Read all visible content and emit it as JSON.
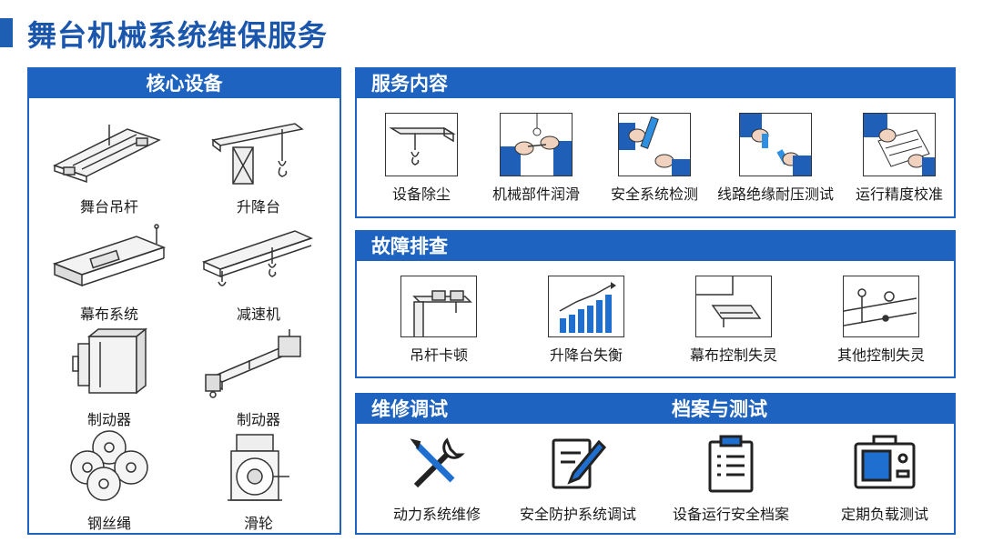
{
  "page": {
    "title": "舞台机械系统维保服务"
  },
  "core": {
    "title": "核心设备",
    "items": [
      {
        "label": "舞台吊杆",
        "icon": "stage-batten-icon"
      },
      {
        "label": "升降台",
        "icon": "lift-platform-icon"
      },
      {
        "label": "幕布系统",
        "icon": "curtain-system-icon"
      },
      {
        "label": "减速机",
        "icon": "reducer-icon"
      },
      {
        "label": "制动器",
        "icon": "brake-box-icon"
      },
      {
        "label": "制动器",
        "icon": "brake-cylinder-icon"
      },
      {
        "label": "钢丝绳",
        "icon": "wire-rope-icon"
      },
      {
        "label": "滑轮",
        "icon": "pulley-icon"
      }
    ]
  },
  "service": {
    "title": "服务内容",
    "items": [
      {
        "label": "设备除尘",
        "icon": "dust-removal-icon"
      },
      {
        "label": "机械部件润滑",
        "icon": "lubrication-icon"
      },
      {
        "label": "安全系统检测",
        "icon": "safety-check-icon"
      },
      {
        "label": "线路绝缘耐压测试",
        "icon": "insulation-test-icon"
      },
      {
        "label": "运行精度校准",
        "icon": "calibration-icon"
      }
    ]
  },
  "fault": {
    "title": "故障排查",
    "items": [
      {
        "label": "吊杆卡顿",
        "icon": "batten-jam-icon"
      },
      {
        "label": "升降台失衡",
        "icon": "bar-chart-icon"
      },
      {
        "label": "幕布控制失灵",
        "icon": "curtain-control-icon"
      },
      {
        "label": "其他控制失灵",
        "icon": "other-control-icon"
      }
    ]
  },
  "repair": {
    "title_left": "维修调试",
    "title_right": "档案与测试",
    "items": [
      {
        "label": "动力系统维修",
        "icon": "wrench-screwdriver-icon"
      },
      {
        "label": "安全防护系统调试",
        "icon": "document-pen-icon"
      },
      {
        "label": "设备运行安全档案",
        "icon": "clipboard-icon"
      },
      {
        "label": "定期负载测试",
        "icon": "test-instrument-icon"
      }
    ]
  },
  "colors": {
    "primary": "#1e63bf",
    "title": "#1b56ad",
    "accent_blue": "#1f6fd1"
  }
}
